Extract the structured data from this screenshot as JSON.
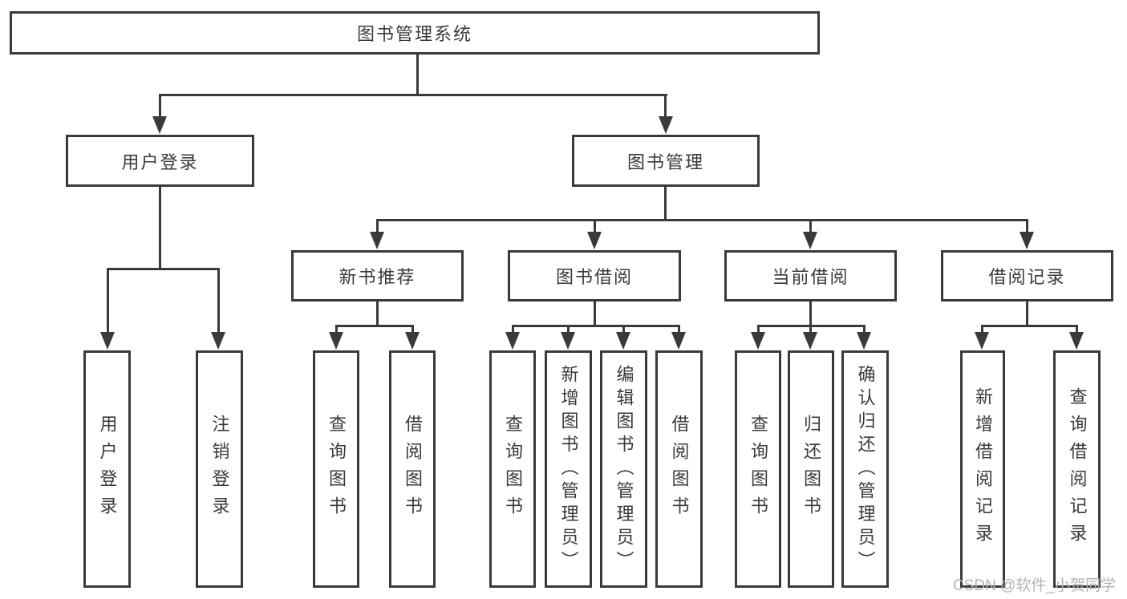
{
  "colors": {
    "line": "#3a3a3a",
    "text": "#3a3a3a",
    "background": "#ffffff",
    "watermark": "#b3b3b3"
  },
  "root": {
    "label": "图书管理系统"
  },
  "branches": {
    "user": {
      "label": "用户登录",
      "children": [
        {
          "label": "用户登录"
        },
        {
          "label": "注销登录"
        }
      ]
    },
    "management": {
      "label": "图书管理",
      "sections": {
        "new_book": {
          "label": "新书推荐",
          "children": [
            {
              "label": "查询图书"
            },
            {
              "label": "借阅图书"
            }
          ]
        },
        "book_borrow": {
          "label": "图书借阅",
          "children": [
            {
              "label": "查询图书"
            },
            {
              "label": "新增图书（管理员）"
            },
            {
              "label": "编辑图书（管理员）"
            },
            {
              "label": "借阅图书"
            }
          ]
        },
        "current_borrow": {
          "label": "当前借阅",
          "children": [
            {
              "label": "查询图书"
            },
            {
              "label": "归还图书"
            },
            {
              "label": "确认归还（管理员）"
            }
          ]
        },
        "borrow_record": {
          "label": "借阅记录",
          "children": [
            {
              "label": "新增借阅记录"
            },
            {
              "label": "查询借阅记录"
            }
          ]
        }
      }
    }
  },
  "watermark": {
    "text": "CSDN @软件_小贺同学"
  }
}
